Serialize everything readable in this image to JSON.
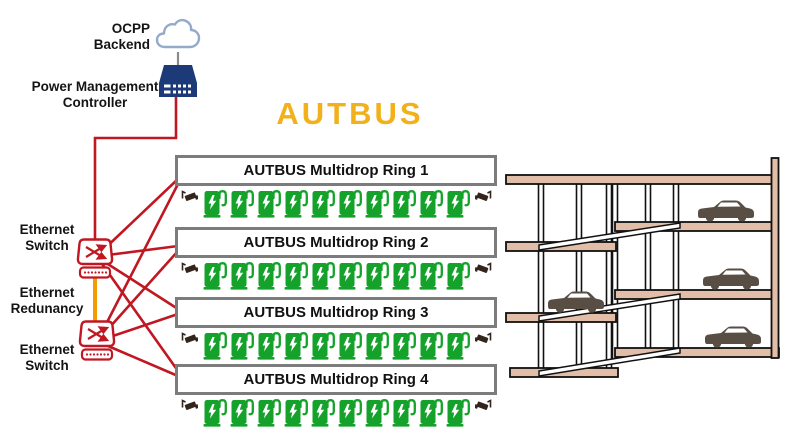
{
  "title": "AUTBUS",
  "labels": {
    "backend": "OCPP\nBackend",
    "controller": "Power Management\nController",
    "switch1": "Ethernet\nSwitch",
    "redundancy": "Ethernet\nRedunancy",
    "switch2": "Ethernet\nSwitch"
  },
  "rings": [
    {
      "label": "AUTBUS Multidrop Ring 1",
      "chargers": 10,
      "cameras": 2
    },
    {
      "label": "AUTBUS Multidrop Ring 2",
      "chargers": 10,
      "cameras": 2
    },
    {
      "label": "AUTBUS Multidrop Ring 3",
      "chargers": 10,
      "cameras": 2
    },
    {
      "label": "AUTBUS Multidrop Ring 4",
      "chargers": 10,
      "cameras": 2
    }
  ],
  "icons": {
    "backend": "cloud-icon",
    "controller": "controller-icon",
    "switch": "ethernet-switch-icon",
    "charger": "ev-charger-icon",
    "camera": "security-camera-icon",
    "car": "car-icon"
  },
  "garage": {
    "floors": 3,
    "cars_visible": 4
  },
  "colors": {
    "wire_red": "#c01722",
    "wire_orange": "#f59a00",
    "title_gold": "#f2b11b",
    "charger_green": "#14a22b",
    "controller_navy": "#1d3a78",
    "cloud_outline": "#94aacb",
    "ring_box_border": "#7c7c7c",
    "garage_slab": "#e2bda7",
    "car_brown": "#584e44",
    "camera_dark": "#33251b"
  }
}
